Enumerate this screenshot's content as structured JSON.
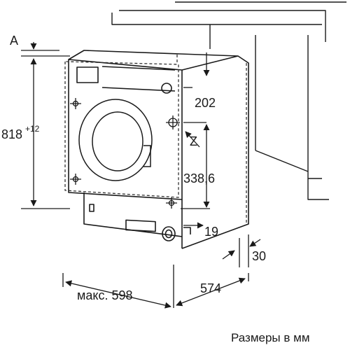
{
  "caption": "Размеры в мм",
  "dimensions": {
    "label_a": "A",
    "height": "818",
    "height_tolerance": "+12",
    "top_panel": "202",
    "axis_z": "Z",
    "axis_offset": "338,6",
    "bottom_offset": "19",
    "side_gap": "30",
    "depth": "574",
    "max_width": "макс. 598"
  },
  "colors": {
    "line": "#1a1a1a",
    "dashed": "#333333",
    "background": "#ffffff"
  }
}
